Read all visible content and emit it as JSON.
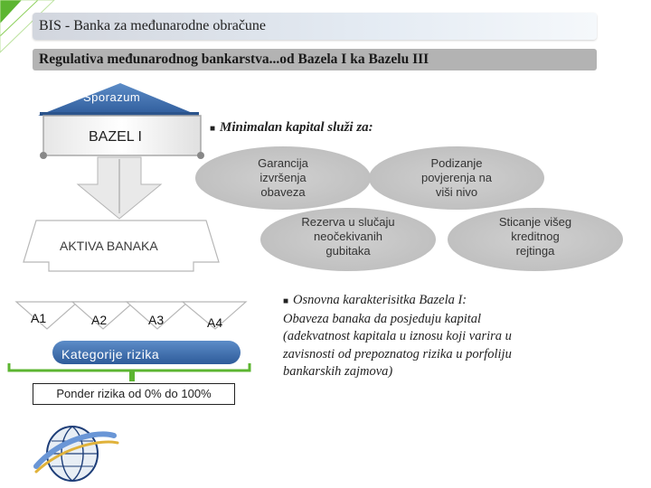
{
  "header": {
    "title": "BIS - Banka za međunarodne obračune"
  },
  "subheader": {
    "title": "Regulativa međunarodnog bankarstva...od Bazela I ka Bazelu III"
  },
  "diagram": {
    "roof_label": "Sporazum",
    "bazel_label": "BAZEL I",
    "aktiva_label": "AKTIVA BANAKA",
    "assets": [
      "A1",
      "A2",
      "A3",
      "A4"
    ],
    "kategorije_label": "Kategorije rizika",
    "ponder_label": "Ponder rizika od 0% do 100%"
  },
  "capital": {
    "bullet": "Minimalan kapital služi za:",
    "ovals": [
      {
        "lines": [
          "Garancija",
          "izvršenja",
          "obaveza"
        ]
      },
      {
        "lines": [
          "Podizanje",
          "povjerenja na",
          "viši nivo"
        ]
      },
      {
        "lines": [
          "Rezerva u slučaju",
          "neočekivanih",
          "gubitaka"
        ]
      },
      {
        "lines": [
          "Sticanje višeg",
          "kreditnog",
          "rejtinga"
        ]
      }
    ]
  },
  "characteristics": {
    "lines": [
      "Osnovna karakterisitka Bazela I:",
      "Obaveza banaka da posjeduju kapital",
      "(adekvatnost kapitala u iznosu koji varira u",
      "zavisnosti od prepoznatog rizika u porfoliju",
      "bankarskih zajmova)"
    ]
  },
  "colors": {
    "accent_green": "#5cb531",
    "roof_blue": "#3f6fae",
    "oval_gray": "#c7c7c7"
  },
  "icons": {
    "bullet": "square-bullet-icon",
    "triangles": "decorative-triangles-icon",
    "globe": "globe-logo-icon"
  }
}
